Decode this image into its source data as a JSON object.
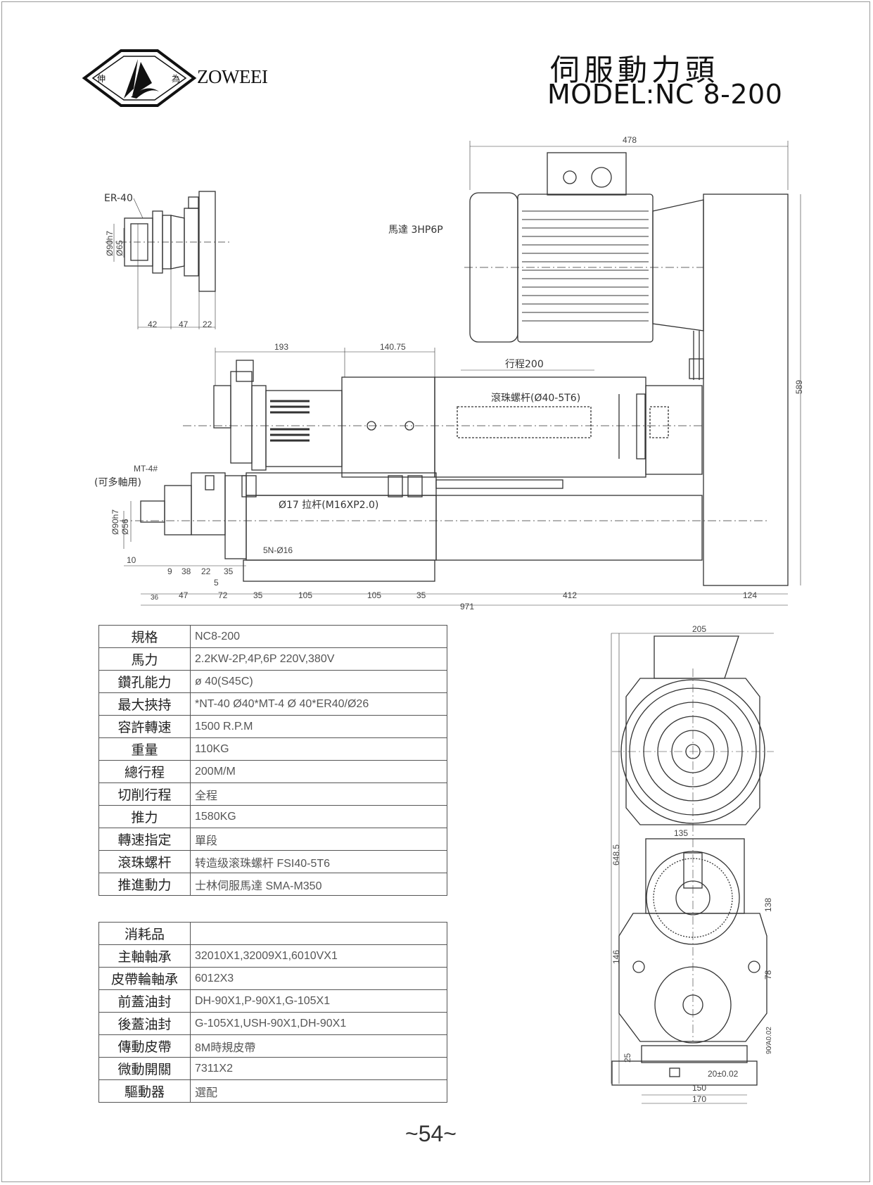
{
  "brand": {
    "name": "ZOWEEI",
    "seal_chars": [
      "伸",
      "為"
    ]
  },
  "title": {
    "cn": "伺服動力頭",
    "model": "MODEL:NC 8-200"
  },
  "drawing_labels": {
    "er40": "ER-40",
    "d90h7_top": "Ø90h7",
    "d65": "Ø65",
    "motor": "馬達 3HP6P",
    "stroke": "行程200",
    "ballscrew": "滾珠螺杆(Ø40-5T6)",
    "mt4": "MT-4#",
    "multi_axis": "(可多軸用)",
    "d90h7_side": "Ø90h7",
    "d56": "Ø56",
    "pull_rod": "Ø17 拉杆(M16XP2.0)",
    "slot": "5N-Ø16"
  },
  "dimensions": {
    "top_42": "42",
    "top_47": "47",
    "top_22": "22",
    "d478": "478",
    "d193": "193",
    "d140_75": "140.75",
    "d589": "589",
    "d10": "10",
    "d9": "9",
    "d38": "38",
    "d22": "22",
    "d35a": "35",
    "d5": "5",
    "d36": "36",
    "d47": "47",
    "d72": "72",
    "d35b": "35",
    "d105a": "105",
    "d105b": "105",
    "d35c": "35",
    "d412": "412",
    "d124": "124",
    "d971": "971",
    "d205": "205",
    "d135": "135",
    "d648_5": "648.5",
    "d138": "138",
    "d146": "146",
    "d78": "78",
    "d90": "90⁄A0.02",
    "d25": "25",
    "d20": "20±0.02",
    "d150": "150",
    "d170": "170"
  },
  "spec_table": [
    {
      "key": "規格",
      "value": "NC8-200"
    },
    {
      "key": "馬力",
      "value": "2.2KW-2P,4P,6P  220V,380V"
    },
    {
      "key": "鑽孔能力",
      "value": "ø 40(S45C)"
    },
    {
      "key": "最大挾持",
      "value": "*NT-40  Ø40*MT-4 Ø 40*ER40/Ø26"
    },
    {
      "key": "容許轉速",
      "value": "1500 R.P.M"
    },
    {
      "key": "重量",
      "value": "110KG"
    },
    {
      "key": "總行程",
      "value": "200M/M"
    },
    {
      "key": "切削行程",
      "value": "全程"
    },
    {
      "key": "推力",
      "value": "1580KG"
    },
    {
      "key": "轉速指定",
      "value": "單段"
    },
    {
      "key": "滾珠螺杆",
      "value": "转造级滚珠螺杆 FSI40-5T6"
    },
    {
      "key": "推進動力",
      "value": "士林伺服馬達 SMA-M350"
    }
  ],
  "consumables_table": [
    {
      "key": "消耗品",
      "value": ""
    },
    {
      "key": "主軸軸承",
      "value": "32010X1,32009X1,6010VX1"
    },
    {
      "key": "皮帶輪軸承",
      "value": "6012X3"
    },
    {
      "key": "前蓋油封",
      "value": "DH-90X1,P-90X1,G-105X1"
    },
    {
      "key": "後蓋油封",
      "value": "G-105X1,USH-90X1,DH-90X1"
    },
    {
      "key": "傳動皮帶",
      "value": "8M時規皮帶"
    },
    {
      "key": "微動開關",
      "value": "7311X2"
    },
    {
      "key": "驅動器",
      "value": "選配"
    }
  ],
  "page_number": "~54~"
}
